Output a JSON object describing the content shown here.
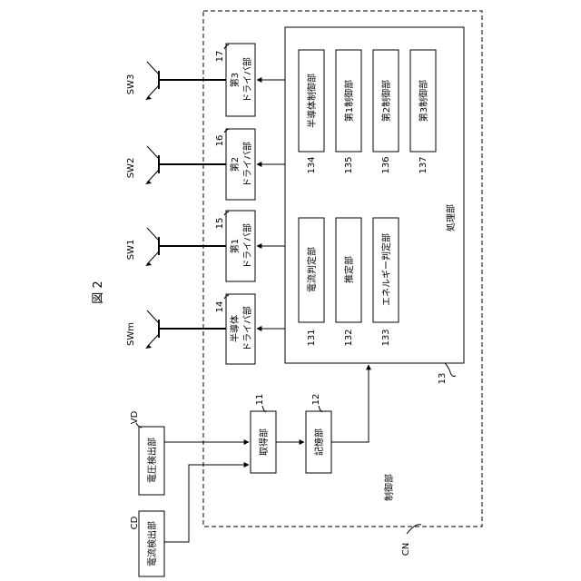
{
  "figure": {
    "title": "図 2"
  },
  "labels": {
    "cn": "CN",
    "control_unit": "制御部",
    "processing_unit": "処理部",
    "ref_13": "13",
    "acquire": "取得部",
    "ref_11": "11",
    "storage": "記憶部",
    "ref_12": "12",
    "vd": "VD",
    "voltage_detector": "電圧検出部",
    "cd": "CD",
    "current_detector": "電流検出部"
  },
  "drivers": [
    {
      "ref": "14",
      "line1": "半導体",
      "line2": "ドライバ部",
      "switch": "SWm"
    },
    {
      "ref": "15",
      "line1": "第1",
      "line2": "ドライバ部",
      "switch": "SW1"
    },
    {
      "ref": "16",
      "line1": "第2",
      "line2": "ドライバ部",
      "switch": "SW2"
    },
    {
      "ref": "17",
      "line1": "第3",
      "line2": "ドライバ部",
      "switch": "SW3"
    }
  ],
  "processing_blocks": [
    {
      "ref": "131",
      "label": "電流判定部"
    },
    {
      "ref": "132",
      "label": "推定部"
    },
    {
      "ref": "133",
      "label": "エネルギー判定部"
    },
    {
      "ref": "134",
      "label": "半導体制御部"
    },
    {
      "ref": "135",
      "label": "第1制御部"
    },
    {
      "ref": "136",
      "label": "第2制御部"
    },
    {
      "ref": "137",
      "label": "第3制御部"
    }
  ]
}
